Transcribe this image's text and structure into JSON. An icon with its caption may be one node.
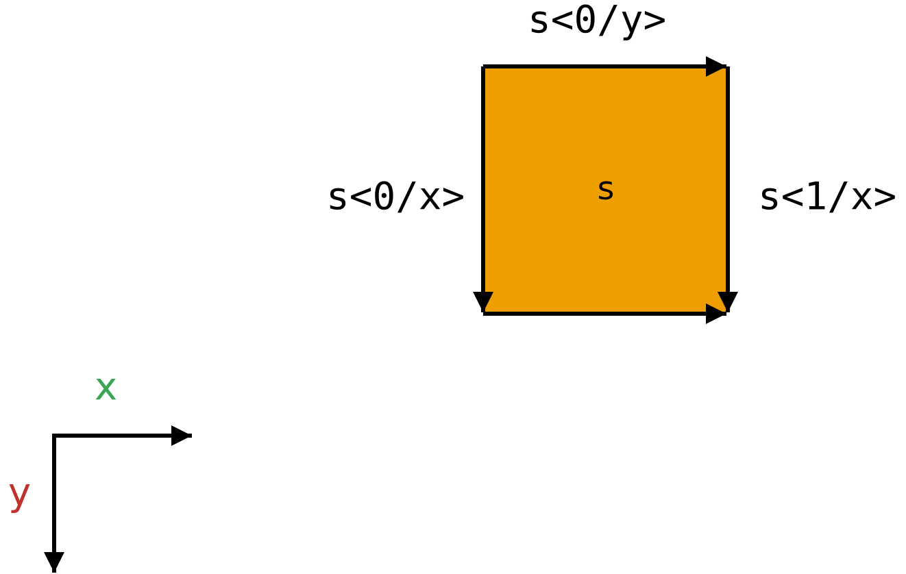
{
  "diagram": {
    "nodes": [
      {
        "text": [
          "s"
        ]
      }
    ],
    "labels": [
      "s<0/y>",
      "s<0/x>",
      "s<1/x>",
      "x",
      "y"
    ]
  }
}
